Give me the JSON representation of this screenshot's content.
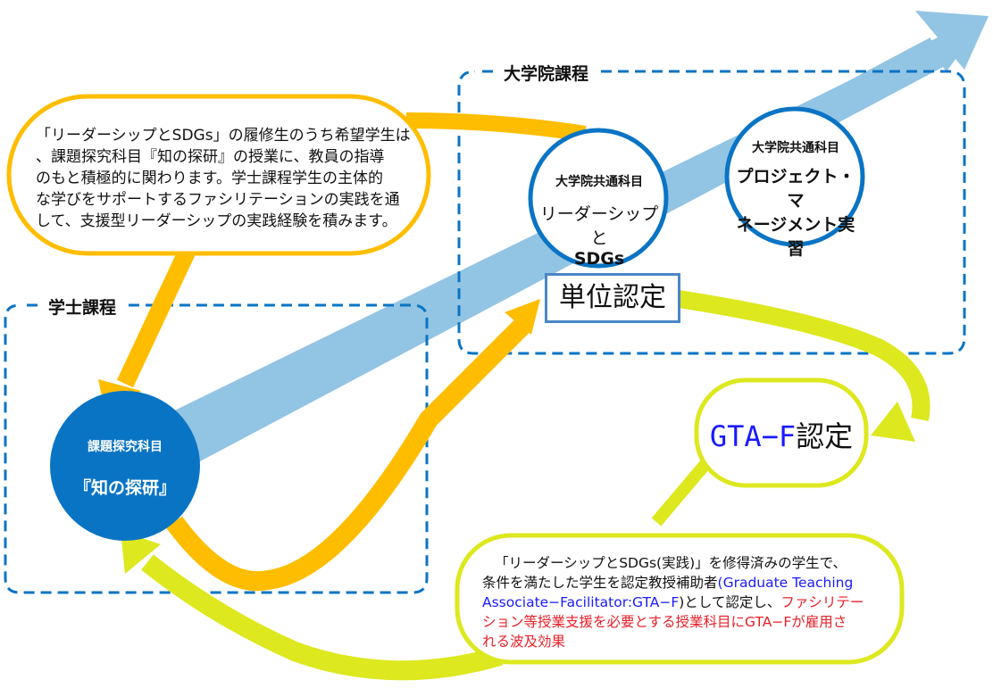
{
  "sections": {
    "graduate": {
      "label": "大学院課程"
    },
    "undergraduate": {
      "label": "学士課程"
    }
  },
  "top_callout": {
    "lines": [
      "「リーダーシップとSDGs」の履修生のうち希望学生は",
      "、課題探究科目『知の探研』の授業に、教員の指導",
      "のもと積極的に関わります。学士課程学生の主体的",
      "な学びをサポートするファシリテーションの実践を通",
      "して、支援型リーダーシップの実践経験を積みます。"
    ]
  },
  "nodes": {
    "leadership": {
      "category": "大学院共通科目",
      "title_line1": "リーダーシップと",
      "title_line2": "SDGs"
    },
    "project": {
      "category": "大学院共通科目",
      "title_line1": "プロジェクト・マ",
      "title_line2": "ネージメント実習"
    },
    "chinotanken": {
      "category": "課題探究科目",
      "title": "『知の探研』"
    },
    "credit": {
      "label": "単位認定"
    },
    "gtaf": {
      "label_blue": "GTA−F",
      "label_black": "認定"
    }
  },
  "bottom_callout": {
    "line1": "「リーダーシップとSDGs(実践)」を修得済みの学生で、",
    "line2_black": "条件を満たした学生を認定教授補助者",
    "line2_blue": "(Graduate Teaching",
    "line3_blue": "Associate−Facilitator:GTA−F",
    "line3_black": ")として認定し、",
    "line3_red": "ファシリテー",
    "line4_red": "ション等授業支援を必要とする授業科目にGTA−Fが雇用さ",
    "line5_red": "れる波及効果"
  },
  "colors": {
    "dashed_border": "#0a74c4",
    "growth_arrow": "#92c4e4",
    "orange_arrow": "#ffbd00",
    "lime_arrow": "#dde81e",
    "circle_border": "#0a74c4",
    "filled_circle": "#0a74c4",
    "credit_border": "#4a86c8",
    "blue_text": "#1a1aff",
    "red_text": "#e8202a"
  }
}
